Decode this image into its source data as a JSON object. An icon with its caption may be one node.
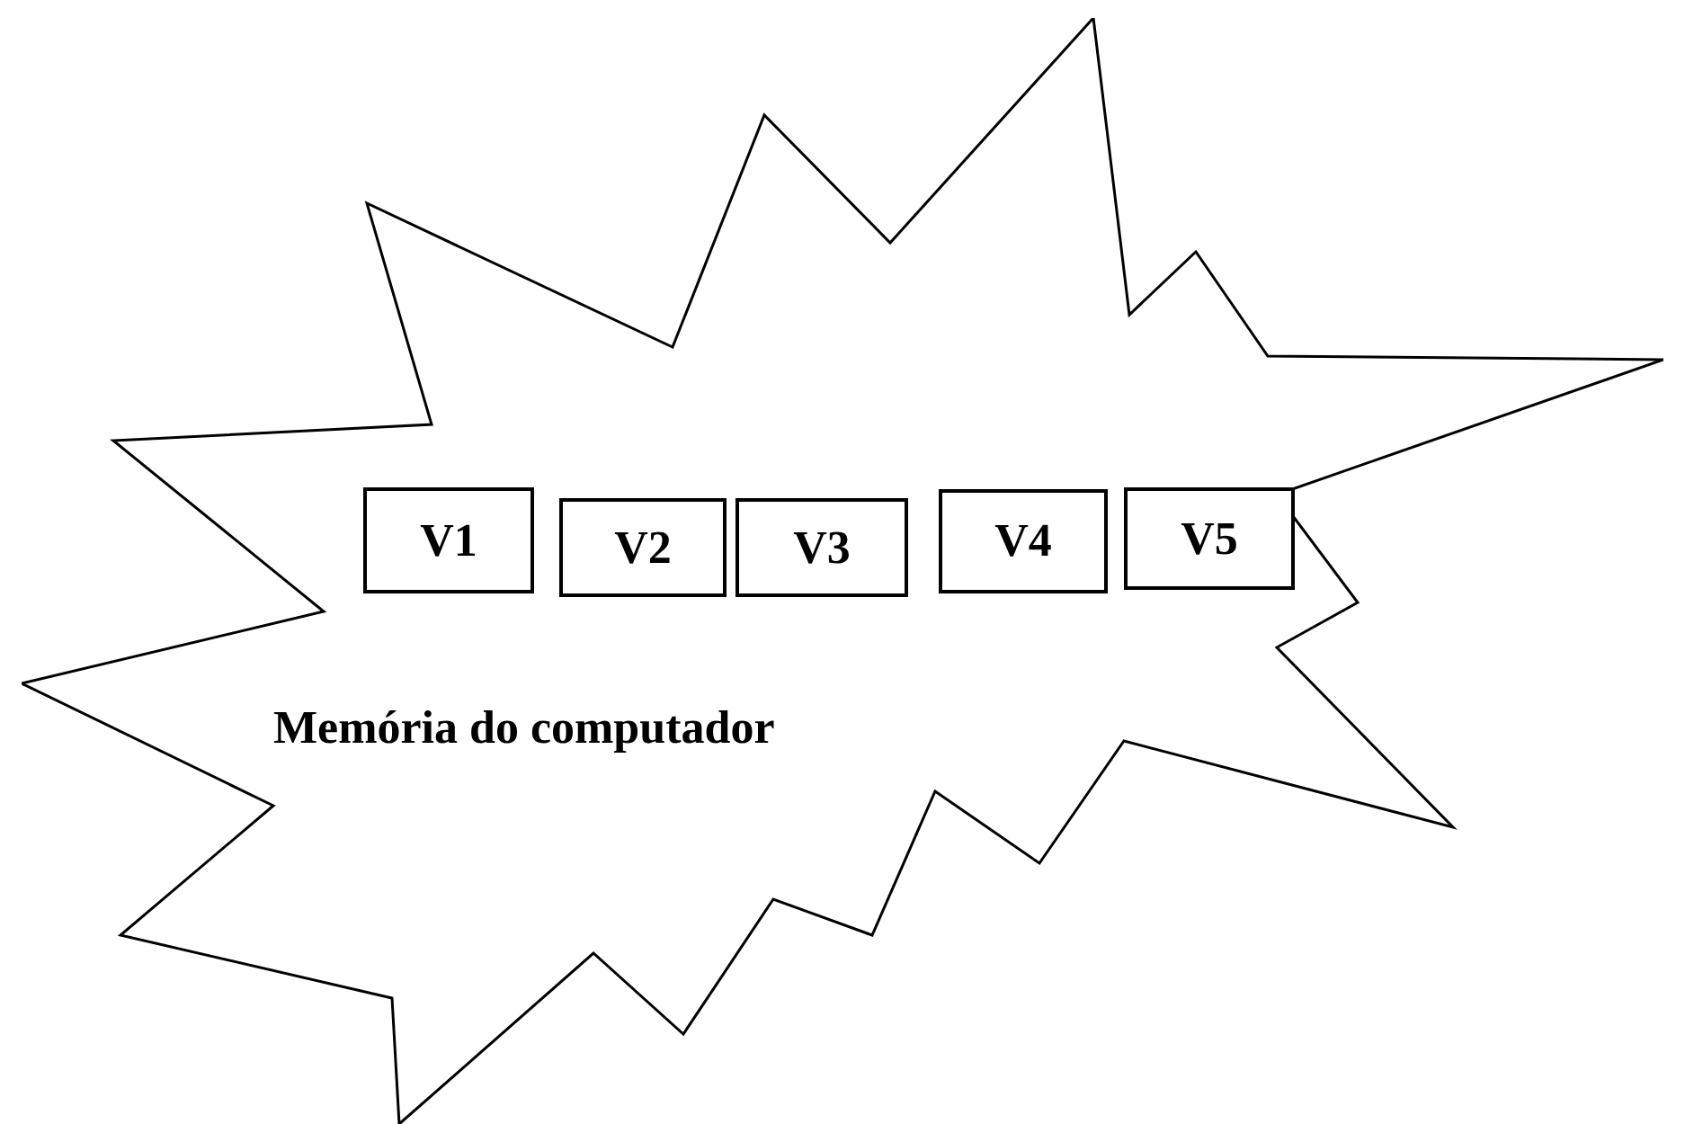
{
  "diagram": {
    "nodes": [
      {
        "text": [
          "Memória do computador"
        ]
      },
      {
        "text": [
          "V1"
        ],
        "in": 0
      },
      {
        "text": [
          "V2"
        ],
        "in": 0
      },
      {
        "text": [
          "V3"
        ],
        "in": 0
      },
      {
        "text": [
          "V4"
        ],
        "in": 0
      },
      {
        "text": [
          "V5"
        ],
        "in": 0
      }
    ]
  }
}
